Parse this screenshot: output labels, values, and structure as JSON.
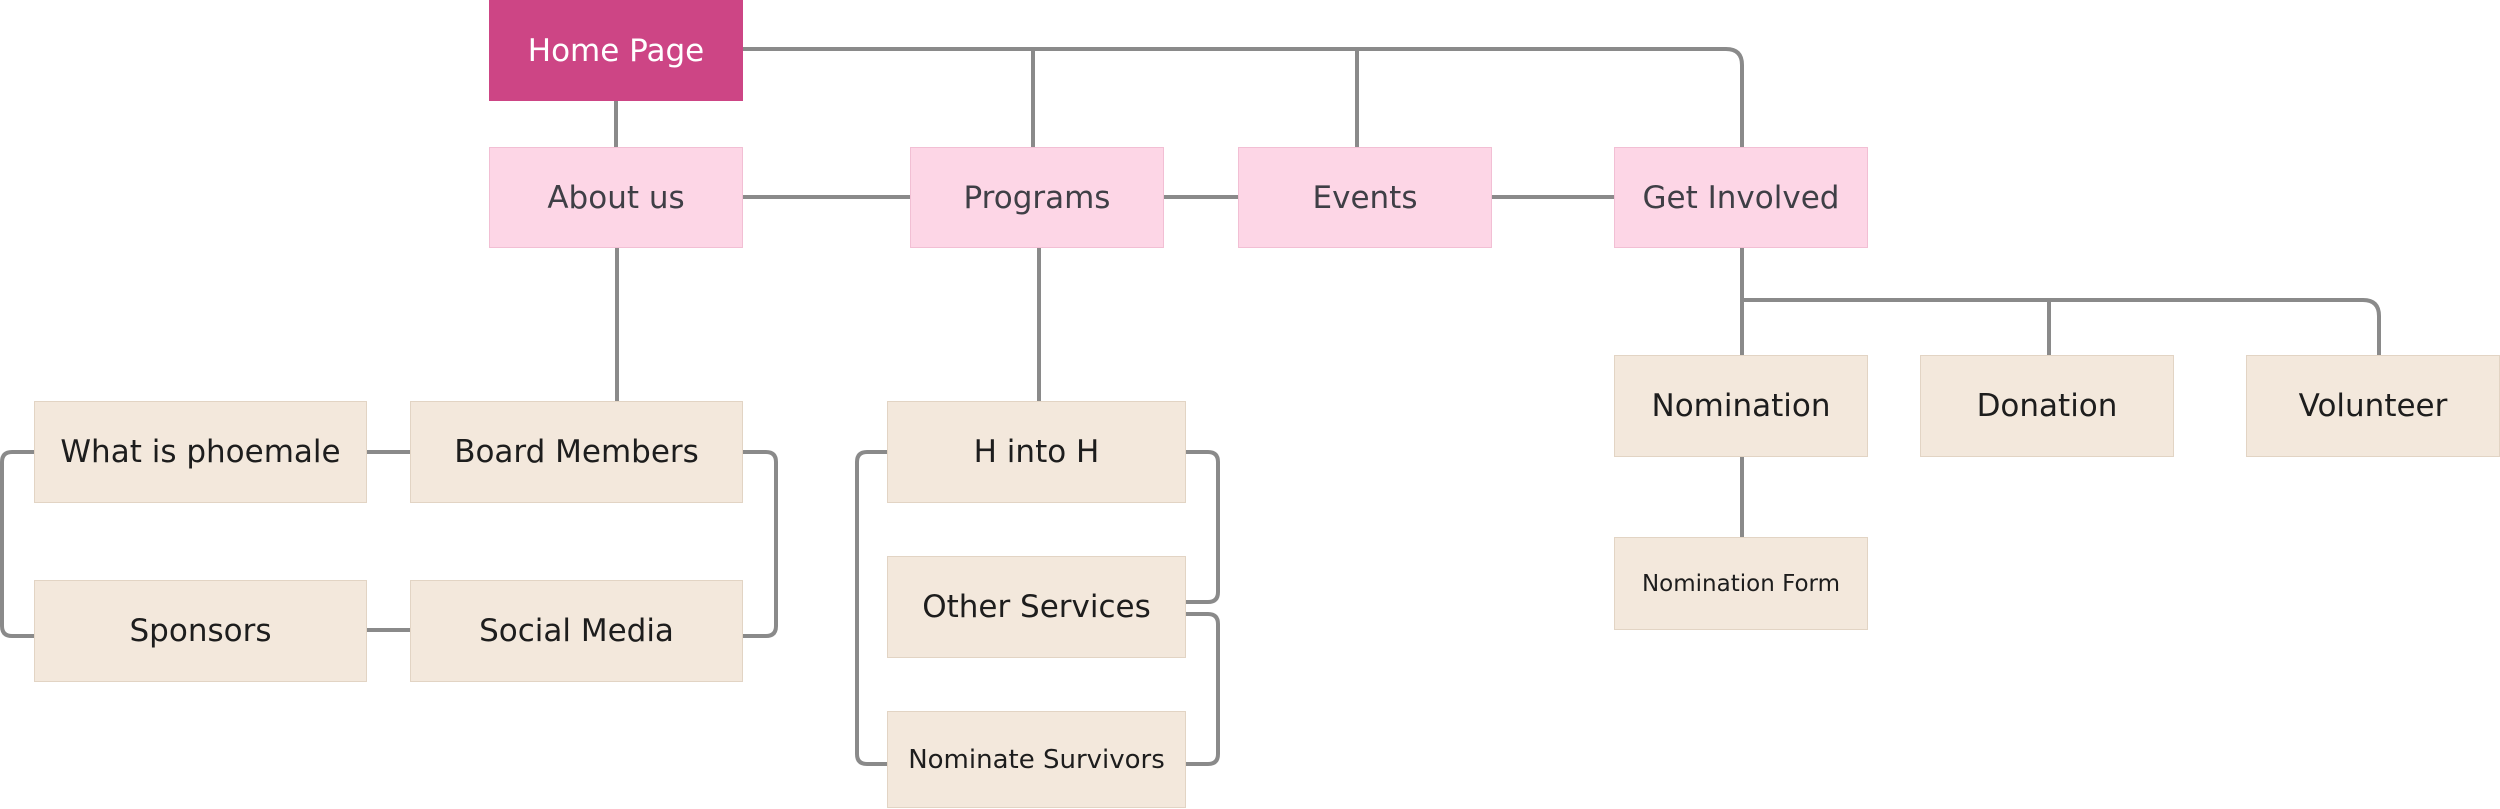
{
  "nodes": {
    "home_page": "Home Page",
    "about_us": "About us",
    "programs": "Programs",
    "events": "Events",
    "get_involved": "Get Involved",
    "what_is_phoemale": "What is phoemale",
    "board_members": "Board Members",
    "sponsors": "Sponsors",
    "social_media": "Social Media",
    "h_into_h": "H into H",
    "other_services": "Other Services",
    "nominate_survivors": "Nominate Survivors",
    "nomination": "Nomination",
    "donation": "Donation",
    "volunteer": "Volunteer",
    "nomination_form": "Nomination Form"
  },
  "colors": {
    "root_fill": "#cd4585",
    "level1_fill": "#fdd6e6",
    "level2_fill": "#f3e8dc",
    "connector": "#8a8a8a"
  }
}
